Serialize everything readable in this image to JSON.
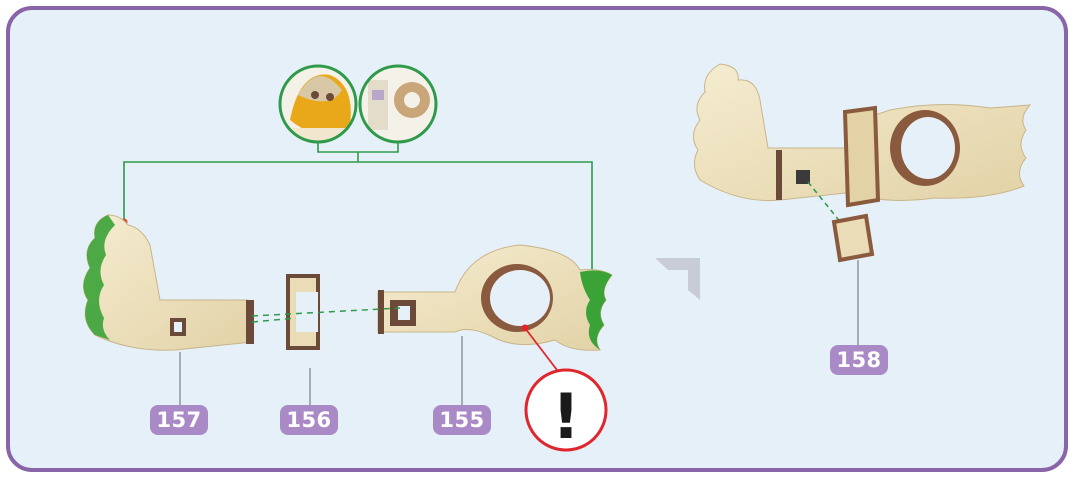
{
  "colors": {
    "frame_border": "#8a64a8",
    "background": "#e6f0f9",
    "badge": "#a98ac6",
    "leader_green": "#2e9a4a",
    "warning_red": "#e0262c",
    "wood_light": "#efe3c0",
    "wood_dark": "#6b4a3a",
    "fur_green": "#3aa236"
  },
  "parts": {
    "p157": "157",
    "p156": "156",
    "p155": "155",
    "p158": "158"
  },
  "warning_symbol": "!",
  "icons": [
    "magnifier-circle-yellow-fox",
    "magnifier-circle-grey-gear",
    "warning-exclamation-icon",
    "next-step-arrow-icon"
  ]
}
